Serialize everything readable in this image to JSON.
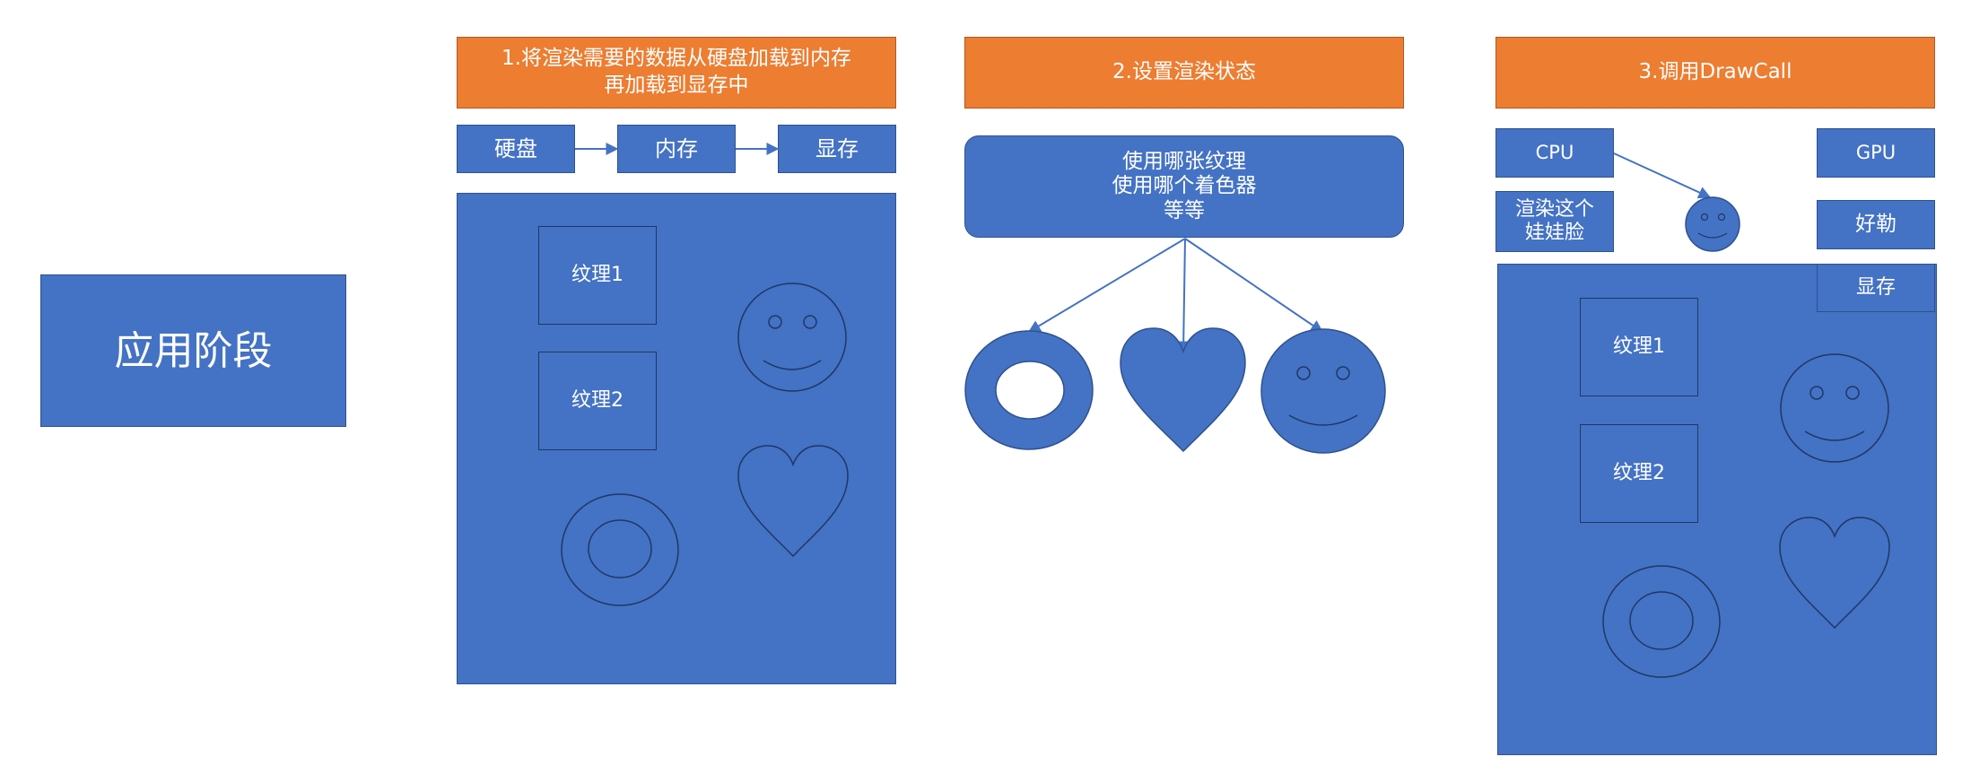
{
  "app_stage": {
    "label": "应用阶段"
  },
  "step1": {
    "header": "1.将渲染需要的数据从硬盘加载到内存\n再加载到显存中",
    "flow": [
      "硬盘",
      "内存",
      "显存"
    ],
    "texture1": "纹理1",
    "texture2": "纹理2"
  },
  "step2": {
    "header": "2.设置渲染状态",
    "state_text": "使用哪张纹理\n使用哪个着色器\n等等"
  },
  "step3": {
    "header": "3.调用DrawCall",
    "cpu": "CPU",
    "gpu": "GPU",
    "cpu_message": "渲染这个\n娃娃脸",
    "gpu_reply": "好勒",
    "vram": "显存",
    "texture1": "纹理1",
    "texture2": "纹理2"
  },
  "colors": {
    "fill": "#4472c4",
    "outline": "#2f528f",
    "header": "#ed7d31",
    "header_outline": "#ae5a21"
  }
}
